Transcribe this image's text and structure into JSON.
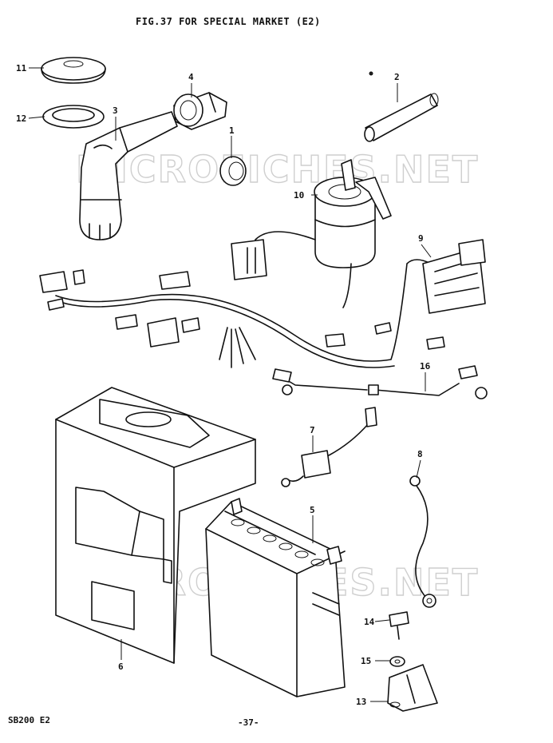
{
  "header": {
    "title": "FIG.37  FOR SPECIAL MARKET (E2)"
  },
  "footer": {
    "model": "SB200  E2",
    "page": "-37-"
  },
  "watermark": {
    "text_top": "MICROFICHES.NET",
    "text_bottom": "MICROFICHES.NET"
  },
  "callouts": [
    {
      "id": "c1",
      "label": "1"
    },
    {
      "id": "c2",
      "label": "2"
    },
    {
      "id": "c3",
      "label": "3"
    },
    {
      "id": "c4",
      "label": "4"
    },
    {
      "id": "c5",
      "label": "5"
    },
    {
      "id": "c6",
      "label": "6"
    },
    {
      "id": "c7",
      "label": "7"
    },
    {
      "id": "c8",
      "label": "8"
    },
    {
      "id": "c9",
      "label": "9"
    },
    {
      "id": "c10",
      "label": "10"
    },
    {
      "id": "c11",
      "label": "11"
    },
    {
      "id": "c12",
      "label": "12"
    },
    {
      "id": "c13",
      "label": "13"
    },
    {
      "id": "c14",
      "label": "14"
    },
    {
      "id": "c15",
      "label": "15"
    },
    {
      "id": "c16",
      "label": "16"
    }
  ]
}
